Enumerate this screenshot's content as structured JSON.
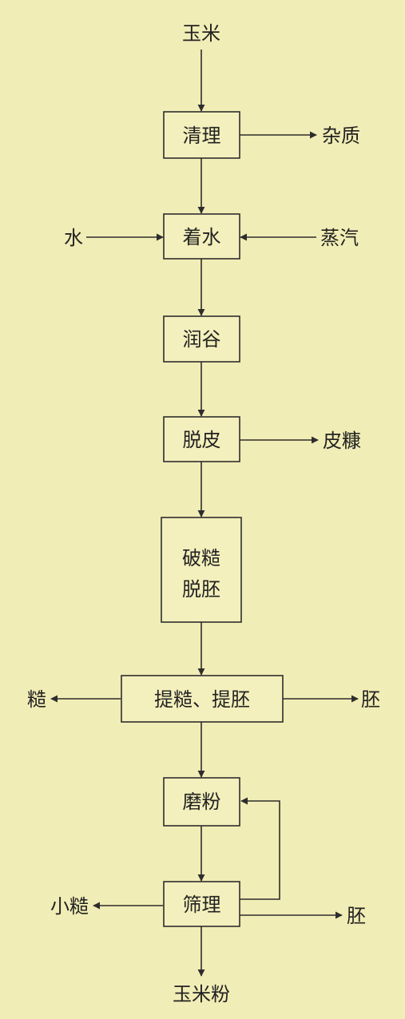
{
  "diagram": {
    "input": "玉米",
    "steps": {
      "clean": "清理",
      "wet": "着水",
      "temper": "润谷",
      "dehull": "脱皮",
      "crush_1": "破糙",
      "crush_2": "脱胚",
      "extract": "提糙、提胚",
      "mill": "磨粉",
      "sieve": "筛理"
    },
    "side": {
      "impurities": "杂质",
      "water": "水",
      "steam": "蒸汽",
      "bran": "皮糠",
      "grits": "糙",
      "germ": "胚",
      "small_grits": "小糙",
      "germ2": "胚"
    },
    "output": "玉米粉"
  }
}
